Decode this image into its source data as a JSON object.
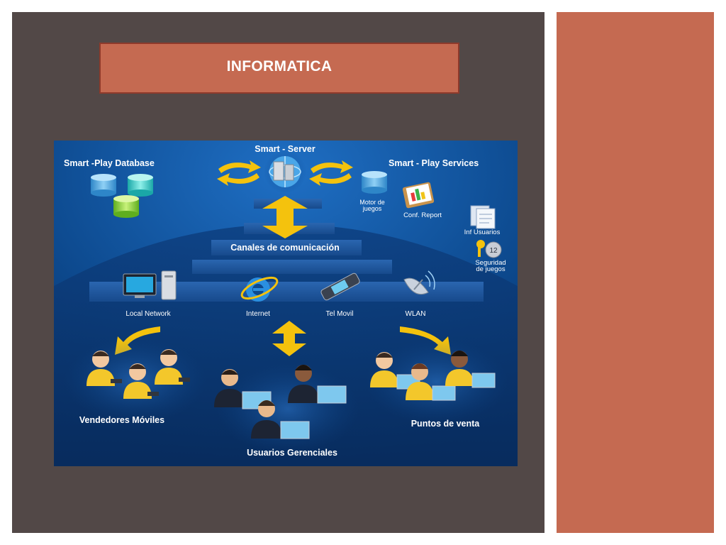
{
  "slide": {
    "title": "INFORMATICA",
    "colors": {
      "panel": "#524847",
      "accent": "#c56a51",
      "diagram_bg": "#0d4a8f"
    }
  },
  "diagram": {
    "server": "Smart - Server",
    "database": "Smart -Play Database",
    "services": "Smart - Play Services",
    "motor_line1": "Motor de",
    "motor_line2": "juegos",
    "conf_report": "Conf. Report",
    "inf_usuarios": "Inf  Usuarios",
    "seguridad_line1": "Seguridad",
    "seguridad_line2": "de juegos",
    "canales": "Canales de comunicación",
    "local_network": "Local Network",
    "internet": "Internet",
    "tel_movil": "Tel Movil",
    "wlan": "WLAN",
    "vendedores": "Vendedores Móviles",
    "usuarios_gerenciales": "Usuarios Gerenciales",
    "puntos_venta": "Puntos de venta"
  }
}
